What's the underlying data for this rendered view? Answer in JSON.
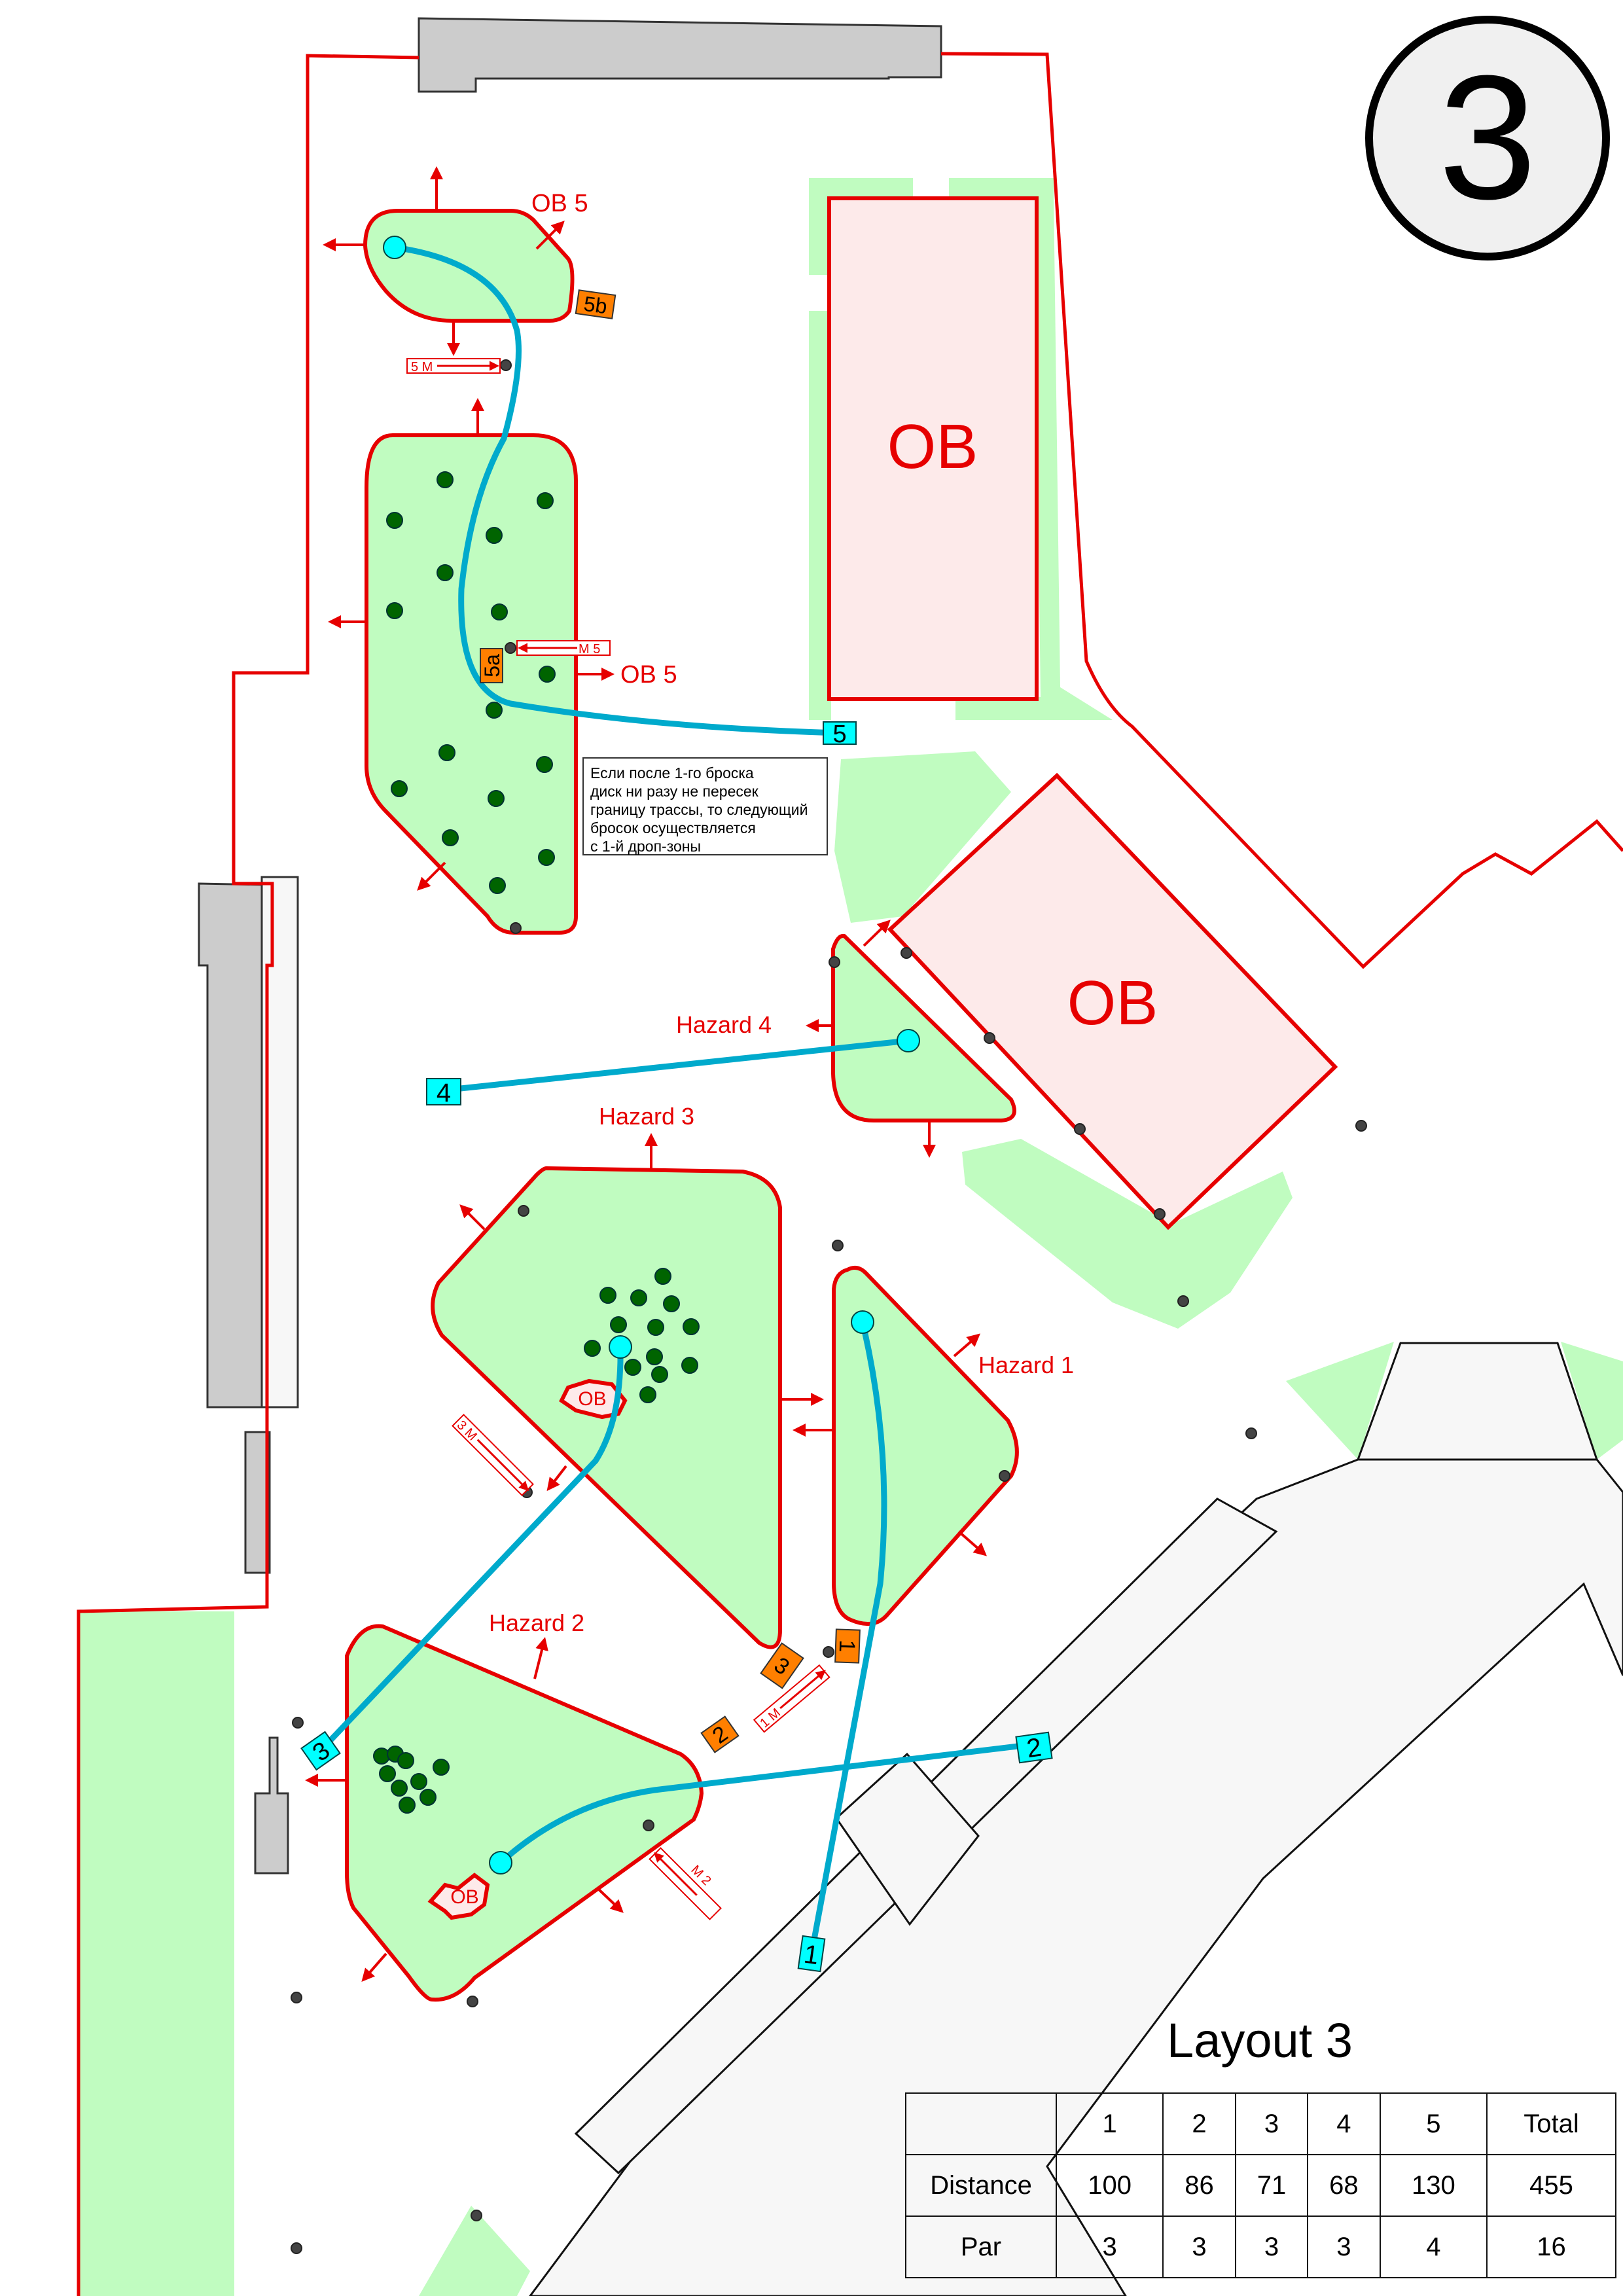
{
  "map": {
    "hole_badge": "3",
    "colors": {
      "boundary": "#e60000",
      "fairway": "#c0fcc0",
      "ob_fill": "#fdeaea",
      "tree": "#006400",
      "basket": "#00ffff",
      "flight_line": "#00aacc",
      "dropzone": "#ff7f00",
      "tee": "#00ffff",
      "building": "#cccccc",
      "mando_post": "#444444"
    },
    "ob_zones": [
      {
        "label": "OB"
      },
      {
        "label": "OB"
      },
      {
        "label": "OB"
      },
      {
        "label": "OB"
      }
    ],
    "labels": {
      "ob5_top": "OB 5",
      "ob5_mid": "OB 5",
      "hazard1": "Hazard 1",
      "hazard2": "Hazard 2",
      "hazard3": "Hazard 3",
      "hazard4": "Hazard 4"
    },
    "mandos": {
      "m5_top": "5 M",
      "m5_mid": "M 5",
      "m3": "3 M",
      "m1": "1 M",
      "m2": "M 2"
    },
    "tees": [
      "1",
      "2",
      "3",
      "4",
      "5"
    ],
    "dropzones": [
      "1",
      "2",
      "3",
      "5a",
      "5b"
    ],
    "note": [
      "Если после 1-го броска",
      "диск ни разу не пересек",
      "границу трассы, то следующий",
      "бросок осуществляется",
      "с 1-й дроп-зоны"
    ]
  },
  "scorecard": {
    "title": "Layout 3",
    "header": [
      "",
      "1",
      "2",
      "3",
      "4",
      "5",
      "Total"
    ],
    "rows": [
      {
        "label": "Distance",
        "values": [
          "100",
          "86",
          "71",
          "68",
          "130",
          "455"
        ]
      },
      {
        "label": "Par",
        "values": [
          "3",
          "3",
          "3",
          "3",
          "4",
          "16"
        ]
      }
    ]
  }
}
